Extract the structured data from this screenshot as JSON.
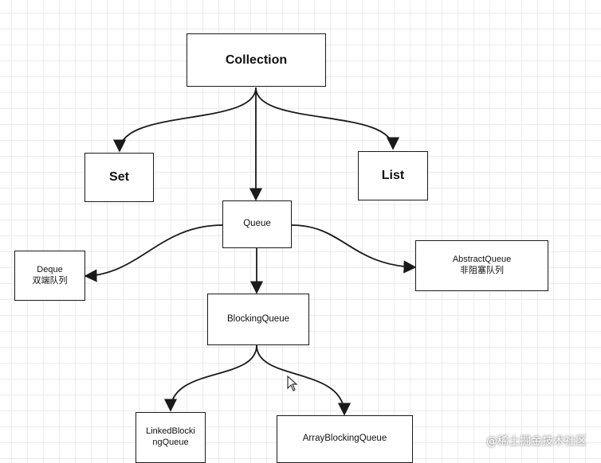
{
  "nodes": {
    "collection": "Collection",
    "set": "Set",
    "list": "List",
    "queue": "Queue",
    "deque_line1": "Deque",
    "deque_line2": "双端队列",
    "abstract_line1": "AbstractQueue",
    "abstract_line2": "非阻塞队列",
    "blocking": "BlockingQueue",
    "linked_line1": "LinkedBlocki",
    "linked_line2": "ngQueue",
    "array": "ArrayBlockingQueue"
  },
  "watermark": "@稀土掘金技术社区",
  "colors": {
    "stroke": "#1a1a1a",
    "grid": "#ececec"
  }
}
